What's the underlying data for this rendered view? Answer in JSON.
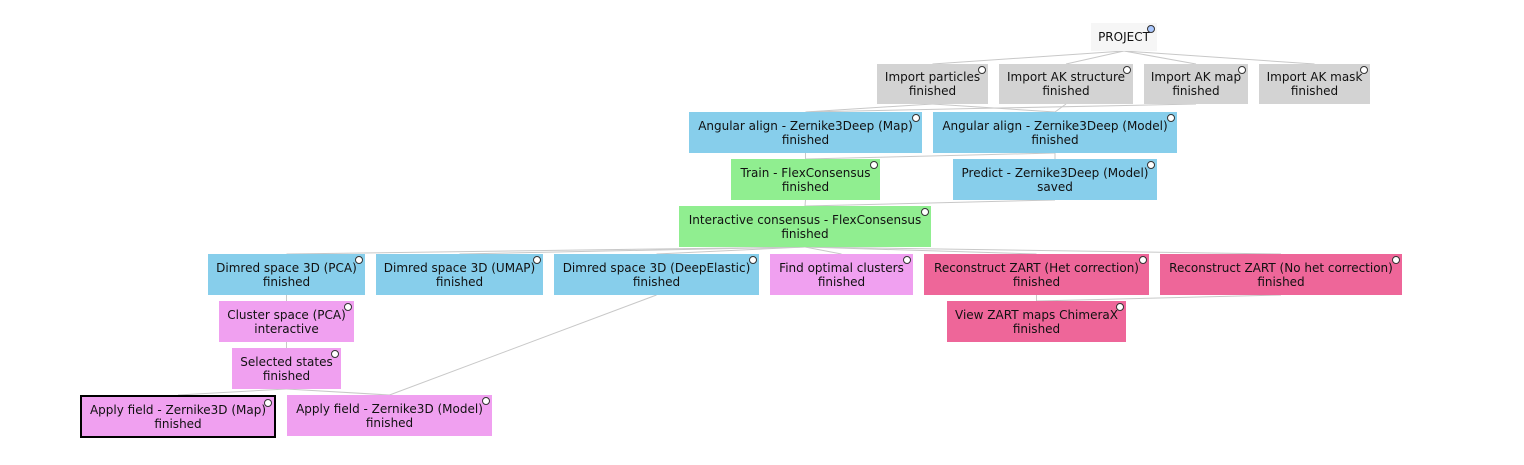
{
  "colors": {
    "project": "#f6f6f6",
    "import": "#d3d3d3",
    "blue": "#87ceeb",
    "green": "#90ee90",
    "violet": "#f0a0f0",
    "pink": "#ee6699",
    "edge": "#c8c8c8",
    "dot_project": "#aac8ff"
  },
  "nodes": [
    {
      "id": "project",
      "label": "PROJECT",
      "status": "",
      "color": "project",
      "dot": "dot_project"
    },
    {
      "id": "import_particles",
      "label": "Import particles",
      "status": "finished",
      "color": "import"
    },
    {
      "id": "import_ak_structure",
      "label": "Import AK structure",
      "status": "finished",
      "color": "import"
    },
    {
      "id": "import_ak_map",
      "label": "Import AK map",
      "status": "finished",
      "color": "import"
    },
    {
      "id": "import_ak_mask",
      "label": "Import AK mask",
      "status": "finished",
      "color": "import"
    },
    {
      "id": "angular_map",
      "label": "Angular align - Zernike3Deep (Map)",
      "status": "finished",
      "color": "blue"
    },
    {
      "id": "angular_model",
      "label": "Angular align - Zernike3Deep (Model)",
      "status": "finished",
      "color": "blue"
    },
    {
      "id": "train_flex",
      "label": "Train - FlexConsensus",
      "status": "finished",
      "color": "green"
    },
    {
      "id": "predict_model",
      "label": "Predict - Zernike3Deep (Model)",
      "status": "saved",
      "color": "blue"
    },
    {
      "id": "interactive_consensus",
      "label": "Interactive consensus - FlexConsensus",
      "status": "finished",
      "color": "green"
    },
    {
      "id": "dimred_pca",
      "label": "Dimred space 3D (PCA)",
      "status": "finished",
      "color": "blue"
    },
    {
      "id": "dimred_umap",
      "label": "Dimred space 3D (UMAP)",
      "status": "finished",
      "color": "blue"
    },
    {
      "id": "dimred_deepelastic",
      "label": "Dimred space 3D (DeepElastic)",
      "status": "finished",
      "color": "blue"
    },
    {
      "id": "find_clusters",
      "label": "Find optimal clusters",
      "status": "finished",
      "color": "violet"
    },
    {
      "id": "zart_het",
      "label": "Reconstruct ZART (Het correction)",
      "status": "finished",
      "color": "pink"
    },
    {
      "id": "zart_nohet",
      "label": "Reconstruct ZART (No het correction)",
      "status": "finished",
      "color": "pink"
    },
    {
      "id": "cluster_pca",
      "label": "Cluster space (PCA)",
      "status": "interactive",
      "color": "violet"
    },
    {
      "id": "view_zart",
      "label": "View ZART maps ChimeraX",
      "status": "finished",
      "color": "pink"
    },
    {
      "id": "selected_states",
      "label": "Selected states",
      "status": "finished",
      "color": "violet"
    },
    {
      "id": "apply_map",
      "label": "Apply field - Zernike3D (Map)",
      "status": "finished",
      "color": "violet",
      "selected": true
    },
    {
      "id": "apply_model",
      "label": "Apply field - Zernike3D (Model)",
      "status": "finished",
      "color": "violet"
    }
  ],
  "edges": [
    [
      "project",
      "import_particles"
    ],
    [
      "project",
      "import_ak_structure"
    ],
    [
      "project",
      "import_ak_map"
    ],
    [
      "project",
      "import_ak_mask"
    ],
    [
      "import_particles",
      "angular_map"
    ],
    [
      "import_particles",
      "angular_model"
    ],
    [
      "import_ak_structure",
      "angular_model"
    ],
    [
      "import_ak_map",
      "angular_map"
    ],
    [
      "angular_map",
      "train_flex"
    ],
    [
      "angular_model",
      "train_flex"
    ],
    [
      "angular_model",
      "predict_model"
    ],
    [
      "train_flex",
      "interactive_consensus"
    ],
    [
      "predict_model",
      "interactive_consensus"
    ],
    [
      "interactive_consensus",
      "dimred_pca"
    ],
    [
      "interactive_consensus",
      "dimred_umap"
    ],
    [
      "interactive_consensus",
      "dimred_deepelastic"
    ],
    [
      "interactive_consensus",
      "find_clusters"
    ],
    [
      "interactive_consensus",
      "zart_het"
    ],
    [
      "interactive_consensus",
      "zart_nohet"
    ],
    [
      "dimred_pca",
      "cluster_pca"
    ],
    [
      "cluster_pca",
      "selected_states"
    ],
    [
      "selected_states",
      "apply_map"
    ],
    [
      "selected_states",
      "apply_model"
    ],
    [
      "dimred_deepelastic",
      "apply_model"
    ],
    [
      "zart_het",
      "view_zart"
    ],
    [
      "zart_nohet",
      "view_zart"
    ]
  ]
}
